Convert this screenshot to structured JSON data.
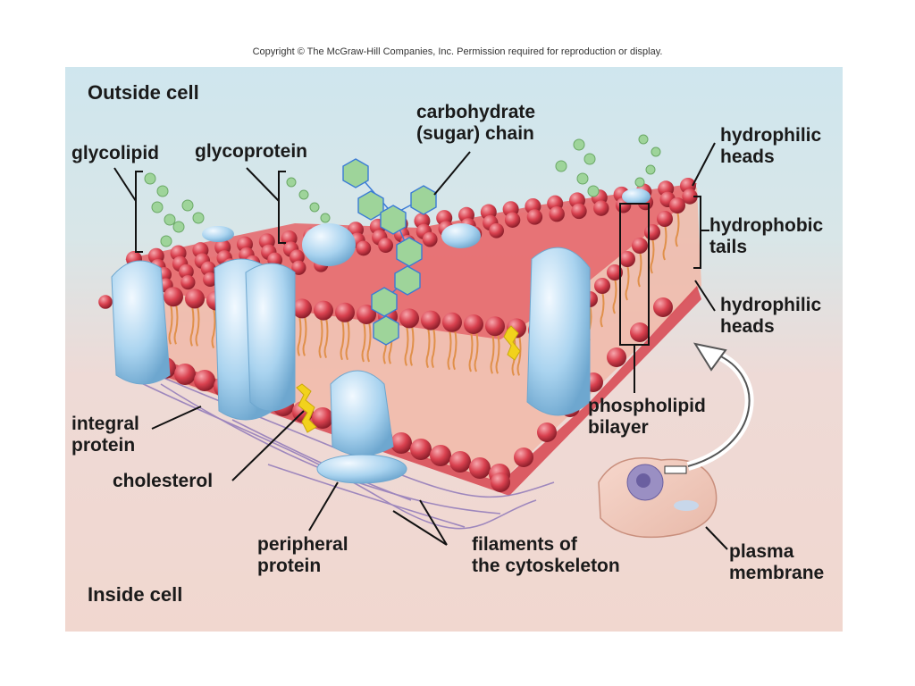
{
  "copyright": "Copyright © The McGraw-Hill Companies, Inc. Permission required for reproduction or display.",
  "regions": {
    "outside": "Outside cell",
    "inside": "Inside cell"
  },
  "labels": {
    "glycolipid": "glycolipid",
    "glycoprotein": "glycoprotein",
    "carbohydrate": "carbohydrate\n(sugar) chain",
    "hydrophilic_top": "hydrophilic\nheads",
    "hydrophobic": "hydrophobic\ntails",
    "hydrophilic_bottom": "hydrophilic\nheads",
    "phospholipid": "phospholipid\nbilayer",
    "integral": "integral\nprotein",
    "cholesterol": "cholesterol",
    "peripheral": "peripheral\nprotein",
    "filaments": "filaments of\nthe cytoskeleton",
    "plasma": "plasma\nmembrane"
  },
  "colors": {
    "heads": "#d9414f",
    "tails": "#e0904a",
    "protein": "#a9d3ef",
    "sugar": "#9ed49a",
    "cholesterol": "#f2d21c"
  }
}
